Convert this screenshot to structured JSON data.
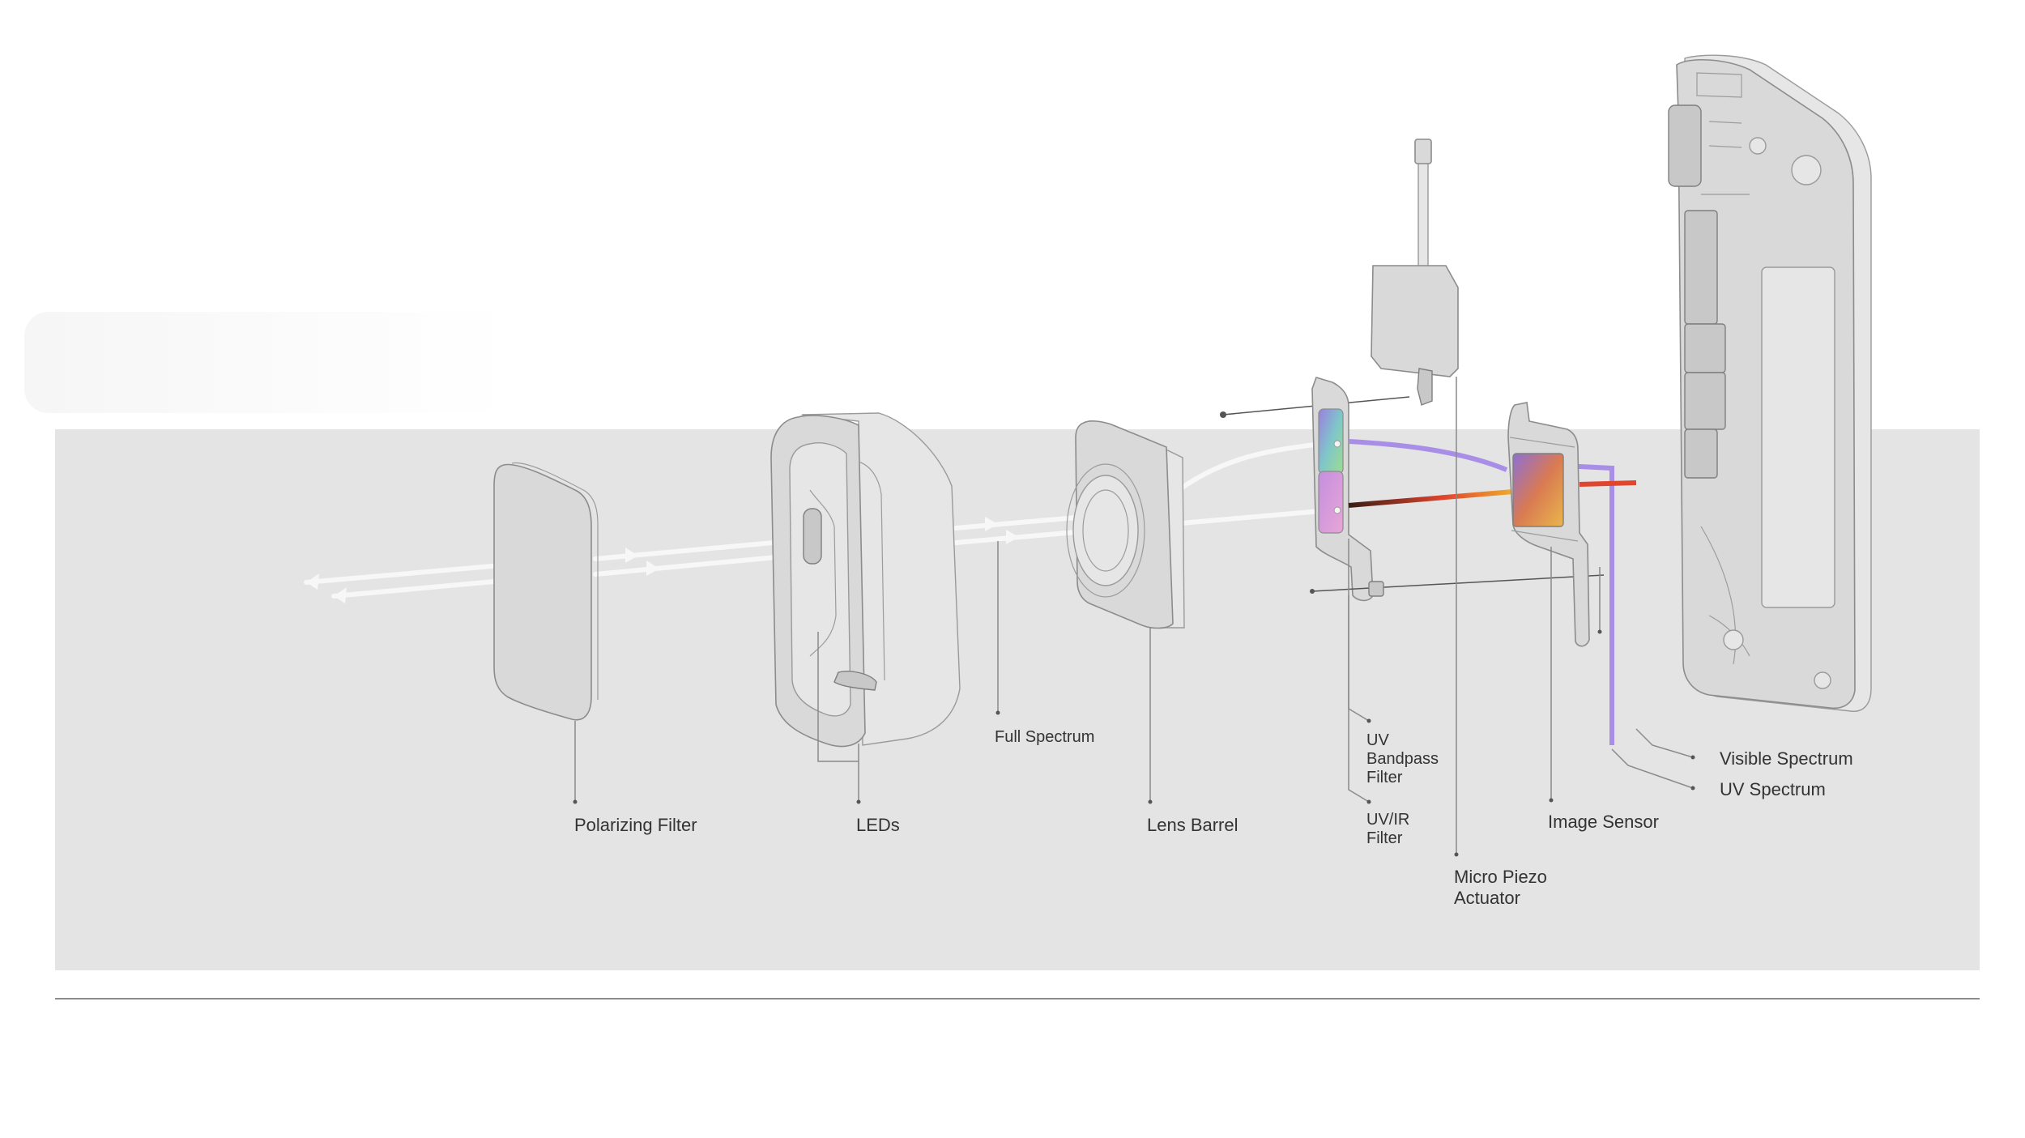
{
  "labels": {
    "polarizing_filter": "Polarizing Filter",
    "leds": "LEDs",
    "full_spectrum": "Full Spectrum",
    "lens_barrel": "Lens Barrel",
    "uv_bandpass_filter": [
      "UV",
      "Bandpass",
      "Filter"
    ],
    "uv_ir_filter": [
      "UV/IR",
      "Filter"
    ],
    "micro_piezo_actuator": [
      "Micro Piezo",
      "Actuator"
    ],
    "image_sensor": "Image Sensor",
    "visible_spectrum": "Visible Spectrum",
    "uv_spectrum": "UV Spectrum"
  },
  "colors": {
    "panel_background": "#e4e4e4",
    "divider_line": "#8c8c8c",
    "light_beam": "#f7f7f7",
    "uv_path": "#a98ee8",
    "visible_gradient": [
      "#3a1d12",
      "#e0452e",
      "#f3b92d",
      "#2f6fd1"
    ]
  }
}
